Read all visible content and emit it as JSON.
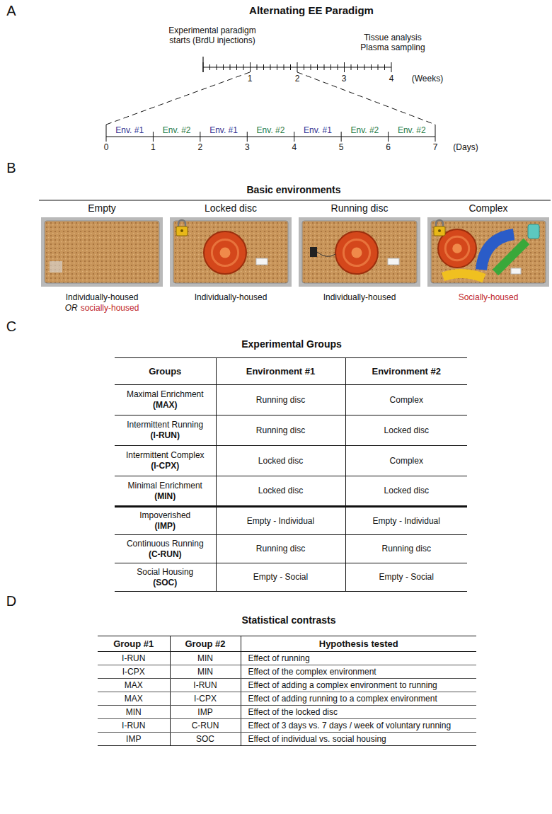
{
  "diagram": {
    "nodes": [
      {
        "text": [
          "Empty",
          "Individually-housed",
          "OR",
          "socially-housed"
        ]
      },
      {
        "text": [
          "Locked disc",
          "Individually-housed"
        ]
      },
      {
        "text": [
          "Running disc",
          "Individually-housed"
        ]
      },
      {
        "text": [
          "Complex",
          "Socially-housed"
        ]
      }
    ],
    "labels": [
      "A",
      "Alternating EE Paradigm",
      "Experimental paradigm starts (BrdU injections)",
      "Tissue analysis Plasma sampling",
      "1",
      "2",
      "3",
      "4",
      "(Weeks)",
      "Env. #1",
      "Env. #2",
      "Env. #1",
      "Env. #2",
      "Env. #1",
      "Env. #2",
      "Env. #2",
      "0",
      "1",
      "2",
      "3",
      "4",
      "5",
      "6",
      "7",
      "(Days)",
      "B",
      "Basic environments",
      "C",
      "Experimental Groups",
      "Groups",
      "Environment #1",
      "Environment #2",
      "Maximal Enrichment",
      "(MAX)",
      "Running disc",
      "Complex",
      "Intermittent Running",
      "(I-RUN)",
      "Running disc",
      "Locked disc",
      "Intermittent Complex",
      "(I-CPX)",
      "Locked disc",
      "Complex",
      "Minimal Enrichment",
      "(MIN)",
      "Locked disc",
      "Locked disc",
      "Impoverished",
      "(IMP)",
      "Empty - Individual",
      "Empty - Individual",
      "Continuous Running",
      "(C-RUN)",
      "Running disc",
      "Running disc",
      "Social Housing",
      "(SOC)",
      "Empty - Social",
      "Empty - Social",
      "D",
      "Statistical contrasts",
      "Group #1",
      "Group #2",
      "Hypothesis tested",
      "I-RUN",
      "MIN",
      "Effect of running",
      "I-CPX",
      "MIN",
      "Effect of the complex environment",
      "MAX",
      "I-RUN",
      "Effect of adding a complex environment to running",
      "MAX",
      "I-CPX",
      "Effect of adding running to a complex environment",
      "MIN",
      "IMP",
      "Effect of the locked disc",
      "I-RUN",
      "C-RUN",
      "Effect of 3 days vs. 7 days / week of voluntary running",
      "IMP",
      "SOC",
      "Effect of individual vs. social housing"
    ]
  }
}
